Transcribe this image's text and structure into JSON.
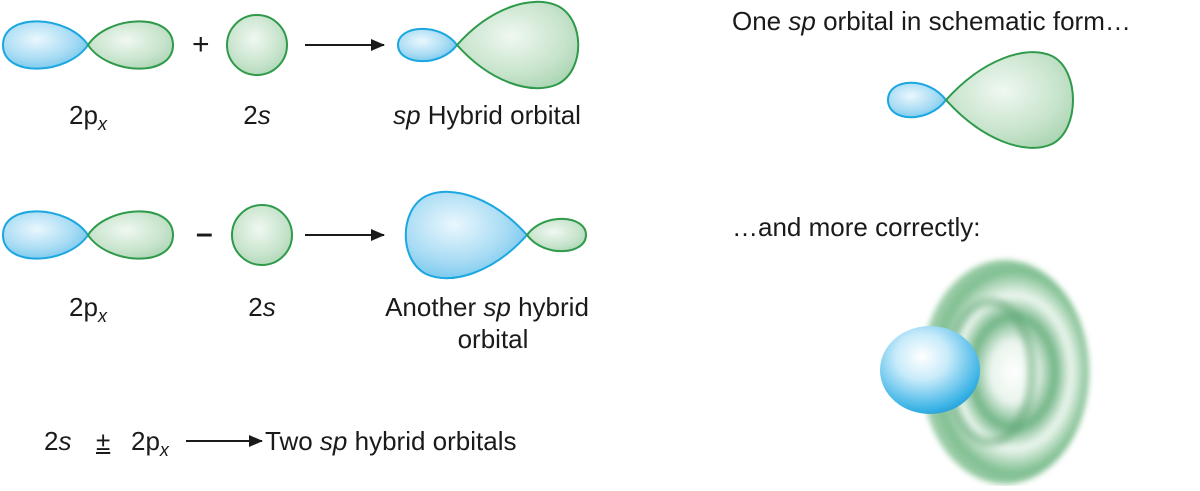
{
  "row1": {
    "p_label_main": "2p",
    "p_label_sub": "x",
    "operator": "+",
    "s_label_num": "2",
    "s_label_sym": "s",
    "result_sp": "sp",
    "result_rest": "Hybrid orbital"
  },
  "row2": {
    "p_label_main": "2p",
    "p_label_sub": "x",
    "operator": "–",
    "s_label_num": "2",
    "s_label_sym": "s",
    "result_line1_pre": "Another",
    "result_line1_sp": "sp",
    "result_line1_post": "hybrid",
    "result_line2": "orbital"
  },
  "summary": {
    "s_num": "2",
    "s_sym": "s",
    "pm": "±",
    "p_main": "2p",
    "p_sub": "x",
    "result_pre": "Two",
    "result_sp": "sp",
    "result_post": "hybrid orbitals"
  },
  "right": {
    "schematic_pre": "One",
    "schematic_sp": "sp",
    "schematic_post": "orbital in schematic form…",
    "correct_caption": "…and more correctly:"
  },
  "colors": {
    "blue_stroke": "#1ba7e0",
    "blue_fill": "#8fd3f2",
    "green_stroke": "#2e9a4a",
    "green_fill": "#b9dcc0"
  }
}
